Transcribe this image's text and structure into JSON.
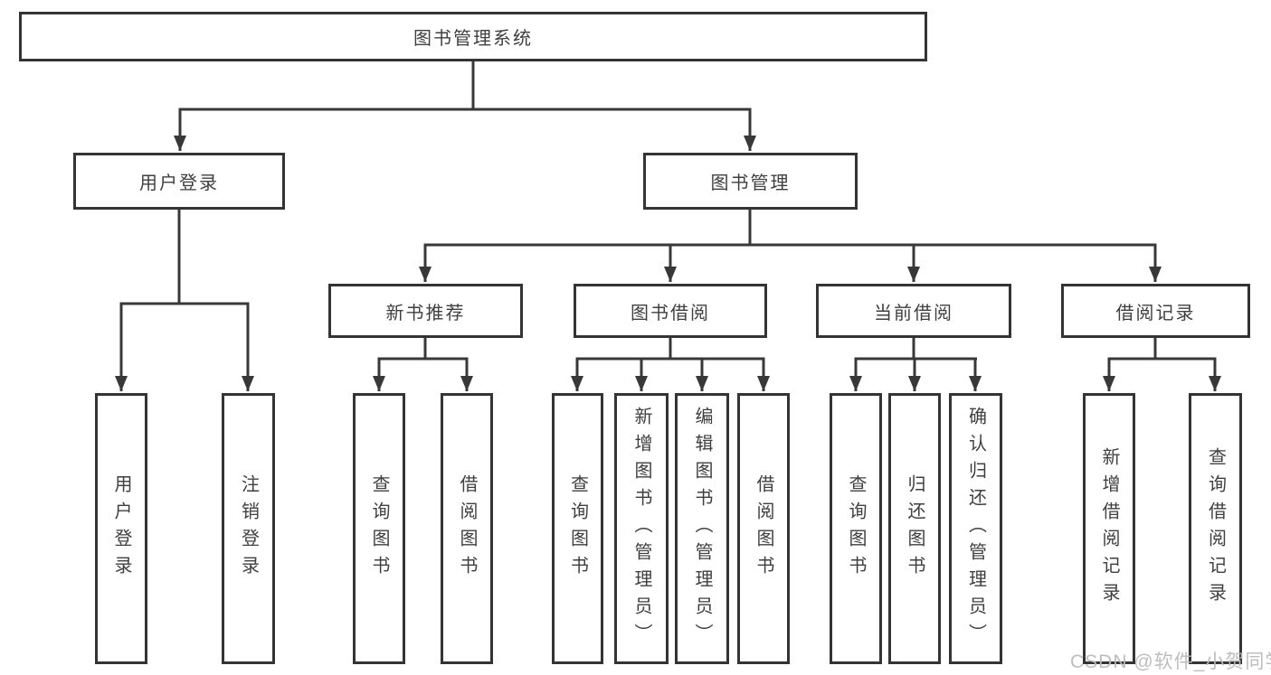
{
  "diagram_title": "图书管理系统",
  "tree": {
    "root": "图书管理系统",
    "children": [
      {
        "label": "用户登录",
        "children": [
          "用户登录",
          "注销登录"
        ]
      },
      {
        "label": "图书管理",
        "children": [
          {
            "label": "新书推荐",
            "children": [
              "查询图书",
              "借阅图书"
            ]
          },
          {
            "label": "图书借阅",
            "children": [
              "查询图书",
              "新增图书（管理员）",
              "编辑图书（管理员）",
              "借阅图书"
            ]
          },
          {
            "label": "当前借阅",
            "children": [
              "查询图书",
              "归还图书",
              "确认归还（管理员）"
            ]
          },
          {
            "label": "借阅记录",
            "children": [
              "新增借阅记录",
              "查询借阅记录"
            ]
          }
        ]
      }
    ]
  },
  "watermark": {
    "text": "CSDN @软件_小贺同学"
  },
  "colors": {
    "line": "#383838",
    "box_border": "#343434",
    "text": "#3f3f3f",
    "background": "#ffffff",
    "watermark": "#b9b9b9"
  }
}
